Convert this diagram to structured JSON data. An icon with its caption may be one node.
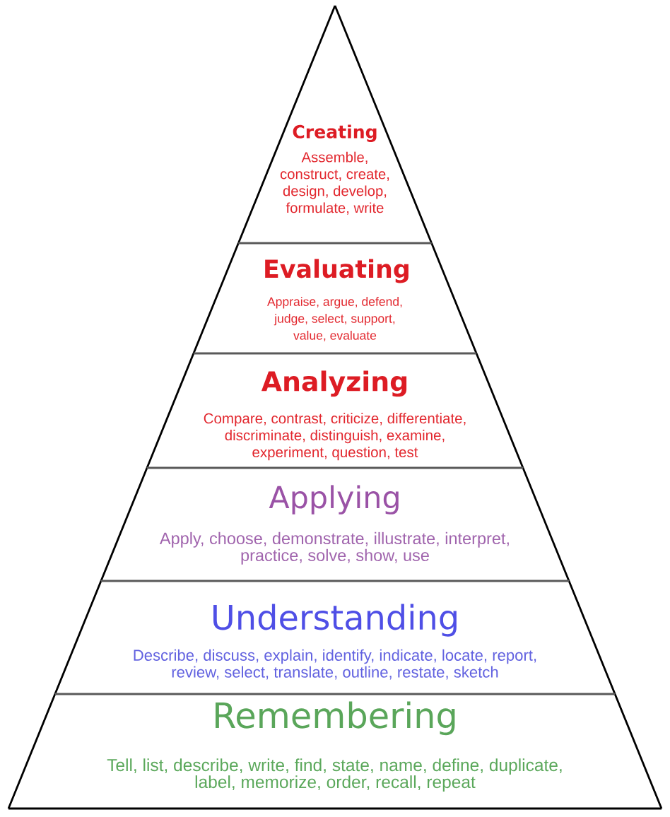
{
  "diagram": {
    "nodes": [
      {
        "text": [
          "Creating",
          "Assemble, construct, create, design, develop, formulate, write"
        ]
      },
      {
        "text": [
          "Evaluating",
          "Appraise, argue, defend, judge, select, support, value, evaluate"
        ]
      },
      {
        "text": [
          "Analyzing",
          "Compare, contrast, criticize, differentiate, discriminate, distinguish, examine, experiment, question, test"
        ]
      },
      {
        "text": [
          "Applying",
          "Apply, choose, demonstrate, illustrate, interpret, practice, solve, show, use"
        ]
      },
      {
        "text": [
          "Understanding",
          "Describe, discuss, explain, identify, indicate, locate, report, review, select, translate, outline, restate, sketch"
        ]
      },
      {
        "text": [
          "Remembering",
          "Tell, list, describe, write, find, state, name, define, duplicate, label, memorize, order, recall, repeat"
        ]
      }
    ]
  }
}
